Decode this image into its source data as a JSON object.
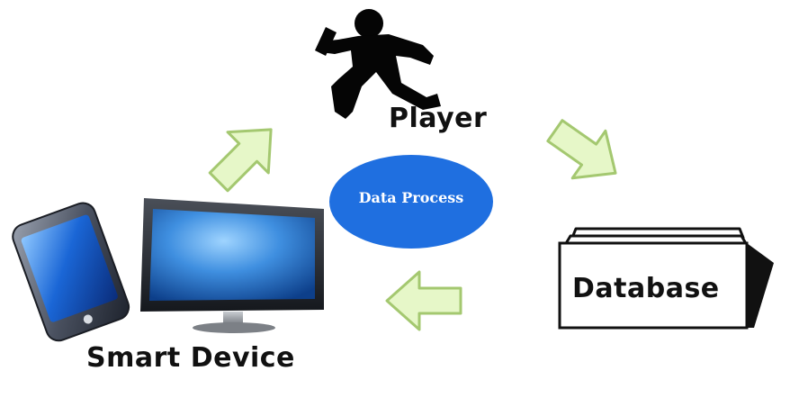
{
  "nodes": {
    "player": {
      "label": "Player",
      "icon": "running-person-icon"
    },
    "process": {
      "label": "Data Process",
      "color": "#1f6fe0"
    },
    "database": {
      "label": "Database",
      "icon": "folder-icon"
    },
    "device": {
      "label": "Smart Device",
      "icons": [
        "smartphone-icon",
        "monitor-icon"
      ]
    }
  },
  "colors": {
    "arrow_fill": "#e6f7c8",
    "arrow_stroke": "#a4c870",
    "ink": "#111111"
  }
}
